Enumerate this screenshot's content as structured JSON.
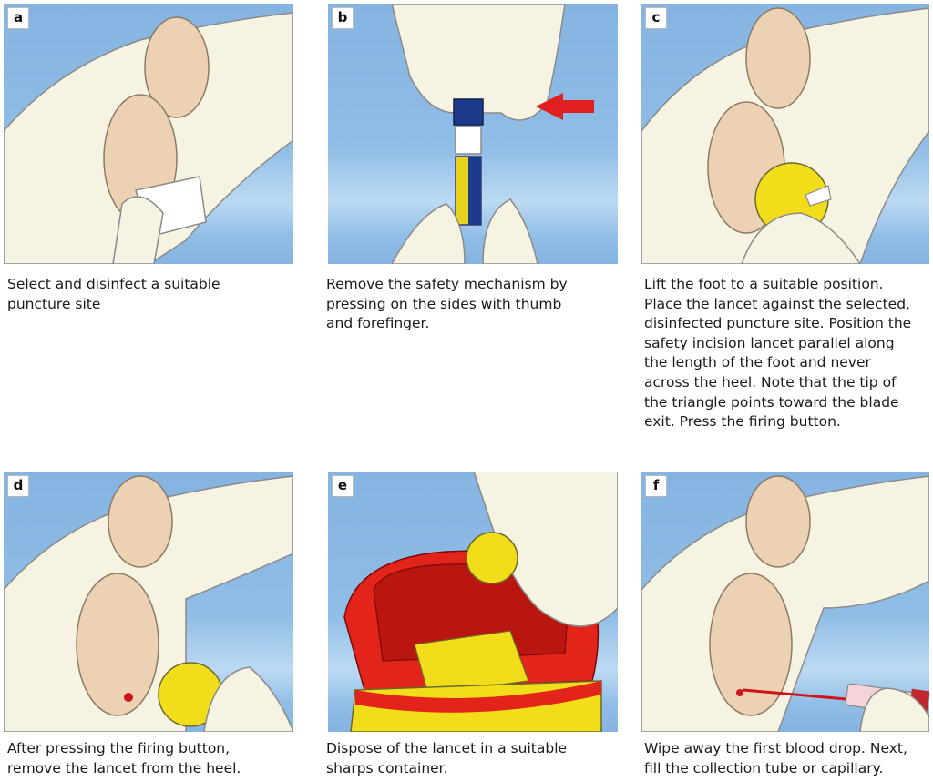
{
  "panels": [
    {
      "label": "a",
      "caption": "Select and disinfect a suitable\npuncture site"
    },
    {
      "label": "b",
      "caption": "Remove the safety mechanism by\npressing on the sides with thumb\nand forefinger."
    },
    {
      "label": "c",
      "caption": "Lift the foot to a suitable position.\nPlace the lancet against the selected,\ndisinfected puncture site. Position the\nsafety incision lancet parallel along\nthe length of the foot and never\nacross the heel. Note that the tip of\nthe triangle points toward the blade\nexit. Press the firing button."
    },
    {
      "label": "d",
      "caption": "After pressing the firing button,\nremove the lancet from the heel."
    },
    {
      "label": "e",
      "caption": "Dispose of the lancet in a suitable\nsharps container."
    },
    {
      "label": "f",
      "caption": "Wipe away the first blood drop. Next,\nfill the collection tube or capillary."
    }
  ],
  "colors": {
    "glove": "#f7f3e3",
    "skin": "#ecd2b2",
    "lancet_yellow": "#f2dd1a",
    "arrow_red": "#e02020",
    "container_red": "#e3241a",
    "blood": "#d0131a",
    "lancet_blue": "#1e3a8a"
  }
}
